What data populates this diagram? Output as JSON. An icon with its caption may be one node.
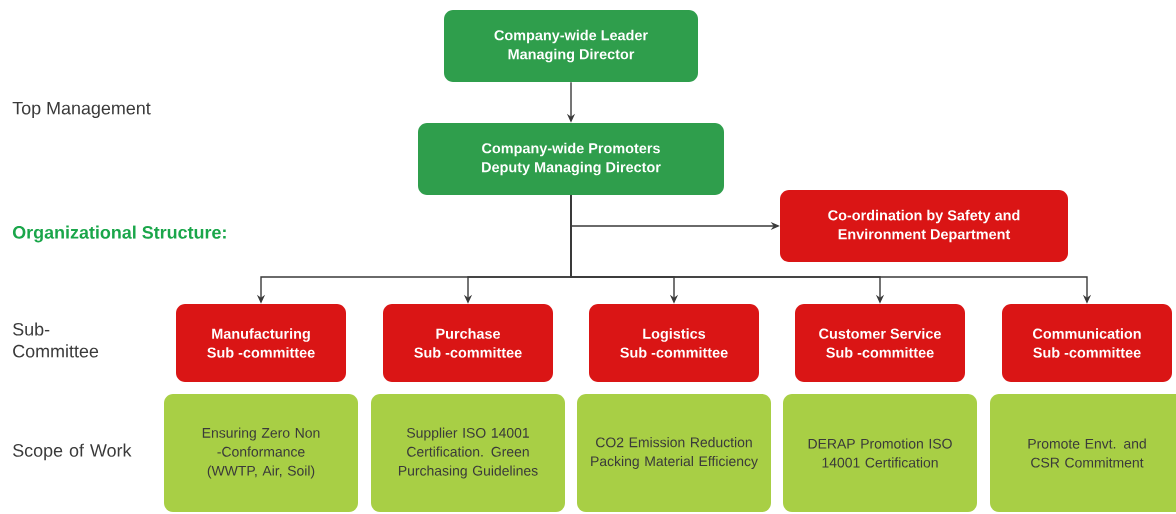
{
  "diagram": {
    "nodes": [
      {
        "text": [
          "Company-wide Leader",
          "Managing Director"
        ]
      },
      {
        "text": [
          "Company-wide Promoters",
          "Deputy Managing Director"
        ]
      },
      {
        "text": [
          "Co-ordination by Safety and",
          "Environment Department"
        ]
      },
      {
        "text": [
          "Manufacturing",
          "Sub -committee"
        ]
      },
      {
        "text": [
          "Purchase",
          "Sub -committee"
        ]
      },
      {
        "text": [
          "Logistics",
          "Sub -committee"
        ]
      },
      {
        "text": [
          "Customer Service",
          "Sub -committee"
        ]
      },
      {
        "text": [
          "Communication",
          "Sub -committee"
        ]
      },
      {
        "text": [
          "Ensuring Zero Non -Conformance (WWTP, Air, Soil)"
        ]
      },
      {
        "text": [
          "Supplier ISO 14001 Certification. Green Purchasing Guidelines"
        ]
      },
      {
        "text": [
          "CO2 Emission Reduction Packing Material Efficiency"
        ]
      },
      {
        "text": [
          "DERAP Promotion ISO 14001 Certification"
        ]
      },
      {
        "text": [
          "Promote Envt. and CSR Commitment"
        ]
      }
    ],
    "edges": [
      {
        "from": 0,
        "to": 1,
        "arrow": "to"
      },
      {
        "from": 1,
        "to": 2,
        "arrow": "to"
      },
      {
        "from": 1,
        "to": 3,
        "arrow": "to"
      },
      {
        "from": 1,
        "to": 4,
        "arrow": "to"
      },
      {
        "from": 1,
        "to": 5,
        "arrow": "to"
      },
      {
        "from": 1,
        "to": 6,
        "arrow": "to"
      },
      {
        "from": 1,
        "to": 7,
        "arrow": "to"
      }
    ],
    "labels": [
      "Top Management",
      "Organizational Structure:",
      "Sub- Committee",
      "Scope of Work"
    ]
  }
}
